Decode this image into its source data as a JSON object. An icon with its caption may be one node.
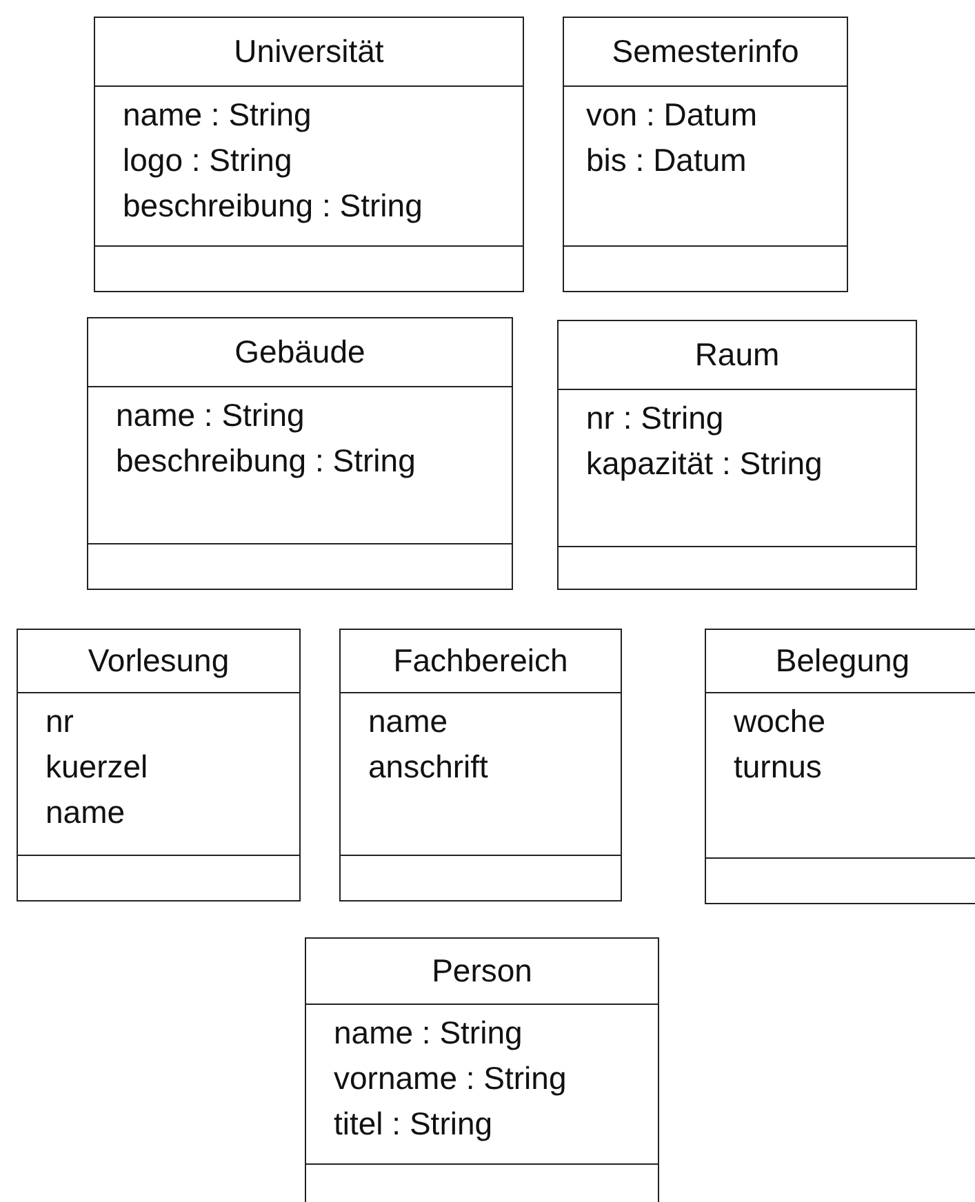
{
  "diagram": {
    "nodes": [
      {
        "text": [
          "Universität",
          "name : String",
          "logo : String",
          "beschreibung : String"
        ]
      },
      {
        "text": [
          "Semesterinfo",
          "von : Datum",
          "bis : Datum"
        ]
      },
      {
        "text": [
          "Gebäude",
          "name : String",
          "beschreibung : String"
        ]
      },
      {
        "text": [
          "Raum",
          "nr : String",
          "kapazität : String"
        ]
      },
      {
        "text": [
          "Vorlesung",
          "nr",
          "kuerzel",
          "name"
        ]
      },
      {
        "text": [
          "Fachbereich",
          "name",
          "anschrift"
        ]
      },
      {
        "text": [
          "Belegung",
          "woche",
          "turnus"
        ]
      },
      {
        "text": [
          "Person",
          "name : String",
          "vorname : String",
          "titel : String"
        ]
      }
    ]
  }
}
